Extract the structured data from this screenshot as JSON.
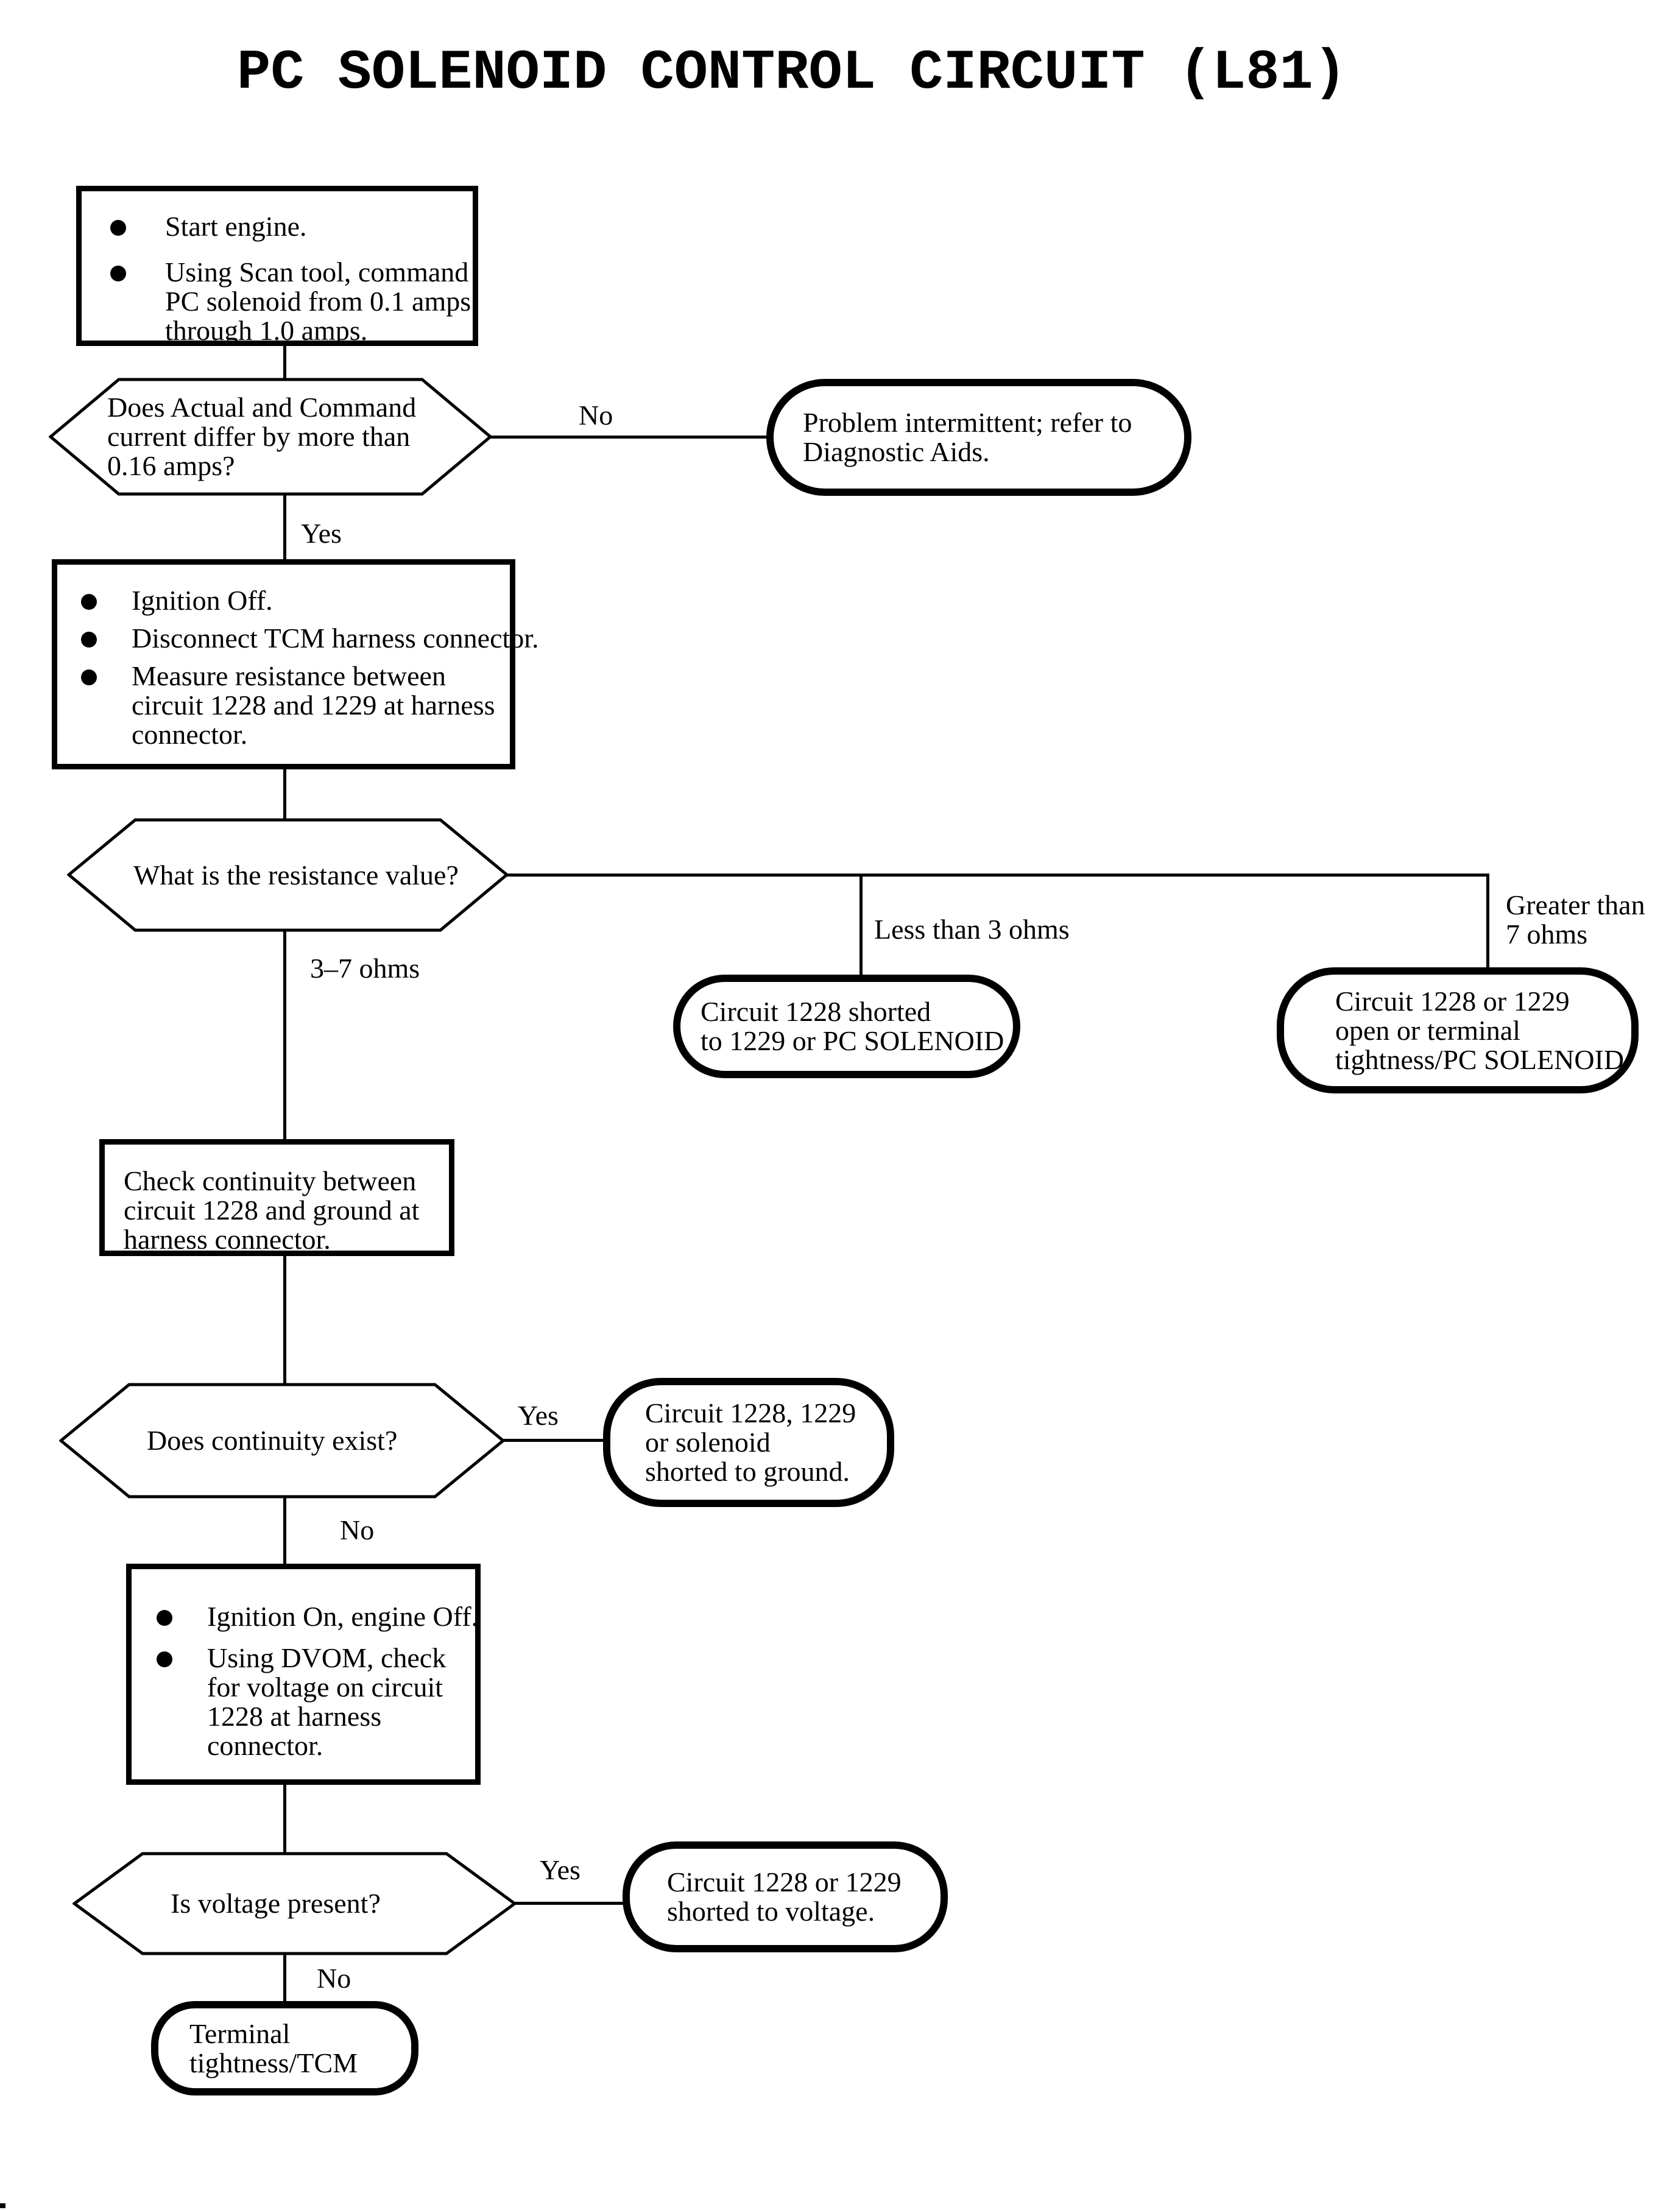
{
  "title": "PC SOLENOID CONTROL CIRCUIT (L81)",
  "colors": {
    "ink": "#000000",
    "paper": "#ffffff"
  },
  "nodes": {
    "step1": {
      "bullet1": [
        "Start engine."
      ],
      "bullet2": [
        "Using Scan tool, command",
        "PC solenoid from 0.1 amps",
        "through 1.0 amps."
      ]
    },
    "decision1": {
      "lines": [
        "Does Actual and Command",
        "current differ by more than",
        "0.16 amps?"
      ]
    },
    "terminal_intermittent": {
      "lines": [
        "Problem intermittent; refer to",
        "Diagnostic Aids."
      ]
    },
    "step2": {
      "bullet1": [
        "Ignition Off."
      ],
      "bullet2": [
        "Disconnect TCM harness connector."
      ],
      "bullet3": [
        "Measure resistance between",
        "circuit 1228 and 1229 at harness",
        "connector."
      ]
    },
    "decision2": {
      "lines": [
        "What is the resistance value?"
      ]
    },
    "terminal_shorted_1229": {
      "lines": [
        "Circuit 1228 shorted",
        "to 1229 or PC SOLENOID"
      ]
    },
    "terminal_open": {
      "lines": [
        "Circuit 1228 or 1229",
        "open or terminal",
        "tightness/PC SOLENOID"
      ]
    },
    "step3": {
      "lines": [
        "Check continuity between",
        "circuit 1228 and ground at",
        "harness connector."
      ]
    },
    "decision3": {
      "lines": [
        "Does continuity exist?"
      ]
    },
    "terminal_shorted_ground": {
      "lines": [
        "Circuit 1228, 1229",
        "or solenoid",
        "shorted to ground."
      ]
    },
    "step4": {
      "bullet1": [
        "Ignition On, engine  Off."
      ],
      "bullet2": [
        "Using DVOM, check",
        "for voltage on circuit",
        "1228 at harness",
        "connector."
      ]
    },
    "decision4": {
      "lines": [
        "Is voltage present?"
      ]
    },
    "terminal_shorted_voltage": {
      "lines": [
        "Circuit 1228 or 1229",
        "shorted to voltage."
      ]
    },
    "terminal_tightness": {
      "lines": [
        "Terminal",
        "tightness/TCM"
      ]
    }
  },
  "labels": {
    "d1_no": "No",
    "d1_yes": "Yes",
    "d2_less": "Less than 3 ohms",
    "d2_greater": [
      "Greater than",
      "7 ohms"
    ],
    "d2_range": "3–7 ohms",
    "d3_yes": "Yes",
    "d3_no": "No",
    "d4_yes": "Yes",
    "d4_no": "No"
  }
}
